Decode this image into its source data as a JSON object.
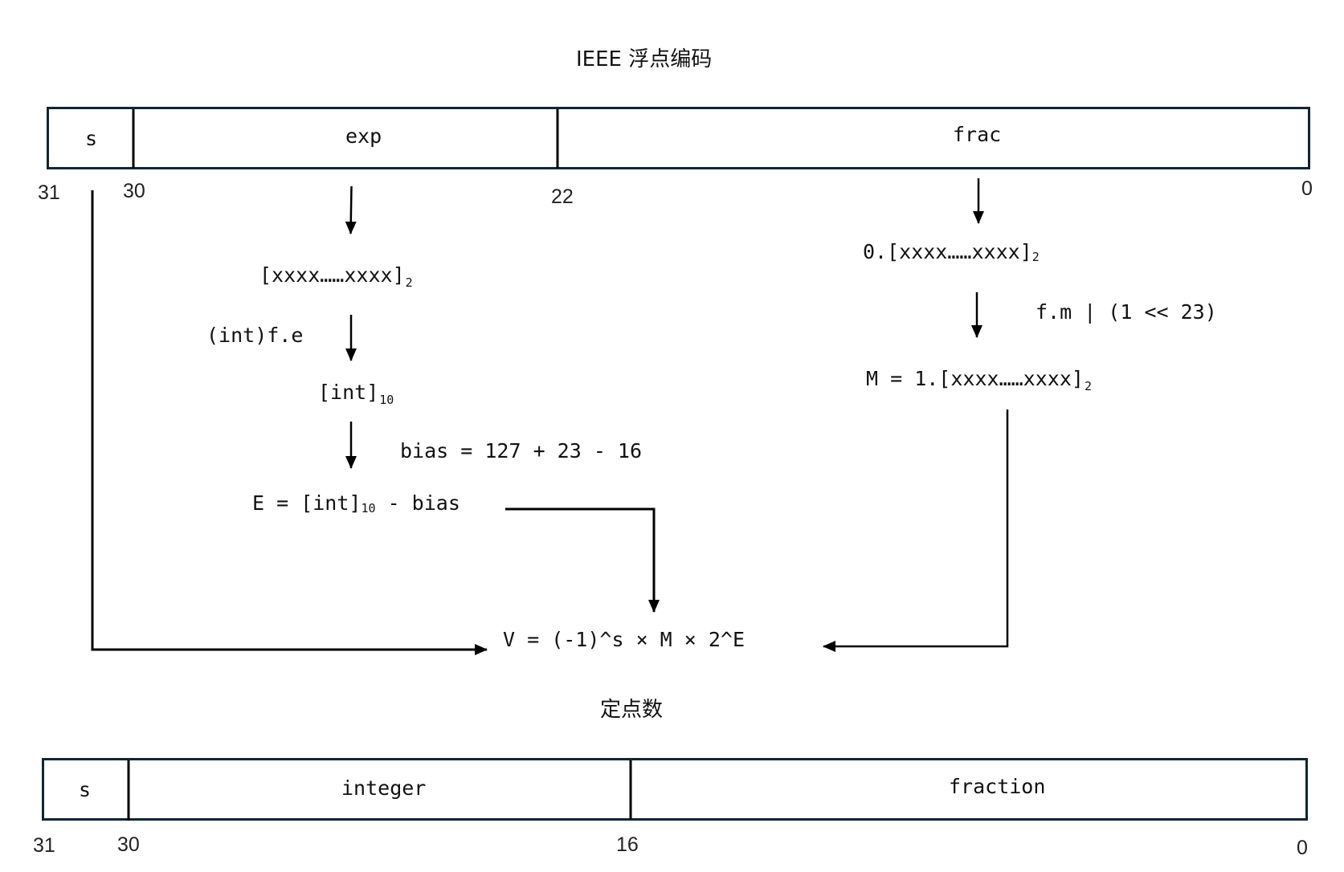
{
  "ieee": {
    "title": "IEEE 浮点编码",
    "fields": {
      "sign": "s",
      "exp": "exp",
      "frac": "frac"
    },
    "bit_labels": {
      "b31": "31",
      "b30": "30",
      "b22": "22",
      "b0": "0"
    },
    "exp_path": {
      "binary": "[xxxx……xxxx]",
      "binary_sub": "2",
      "cast_label": "(int)f.e",
      "int": "[int]",
      "int_sub": "10",
      "bias_label": "bias = 127 + 23 - 16",
      "E_prefix": "E = [int]",
      "E_sub": "10",
      "E_suffix": " - bias"
    },
    "frac_path": {
      "fraction": "0.[xxxx……xxxx]",
      "fraction_sub": "2",
      "or_label": "f.m | (1 << 23)",
      "M_text": "M = 1.[xxxx……xxxx]",
      "M_sub": "2"
    },
    "formula": "V = (-1)^s × M × 2^E"
  },
  "fixed": {
    "title": "定点数",
    "fields": {
      "sign": "s",
      "integer": "integer",
      "fraction": "fraction"
    },
    "bit_labels": {
      "b31": "31",
      "b30": "30",
      "b16": "16",
      "b0": "0"
    }
  },
  "colors": {
    "box_border": "#0d2636",
    "divider": "#000000",
    "arrow": "#000000"
  }
}
